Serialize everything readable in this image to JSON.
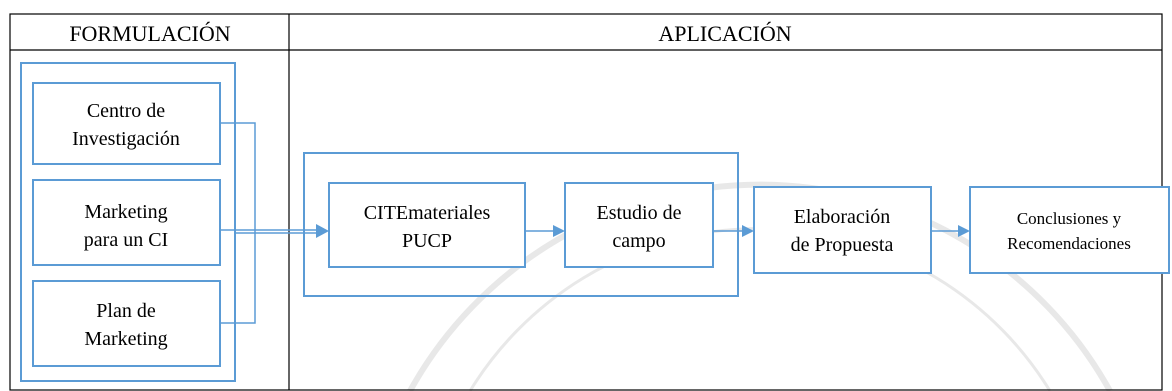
{
  "table": {
    "header_left": "FORMULACIÓN",
    "header_right": "APLICACIÓN"
  },
  "formulation": {
    "boxes": [
      {
        "line1": "Centro de",
        "line2": "Investigación"
      },
      {
        "line1": "Marketing",
        "line2": "para un CI"
      },
      {
        "line1": "Plan de",
        "line2": "Marketing"
      }
    ]
  },
  "application": {
    "boxes": [
      {
        "line1": "CITEmateriales",
        "line2": "PUCP"
      },
      {
        "line1": "Estudio de",
        "line2": "campo"
      },
      {
        "line1": "Elaboración",
        "line2": "de Propuesta"
      },
      {
        "line1": "Conclusiones y",
        "line2": "Recomendaciones"
      }
    ]
  },
  "colors": {
    "accent": "#5B9BD5",
    "watermark": "#e6e6e6",
    "border": "#000000"
  }
}
